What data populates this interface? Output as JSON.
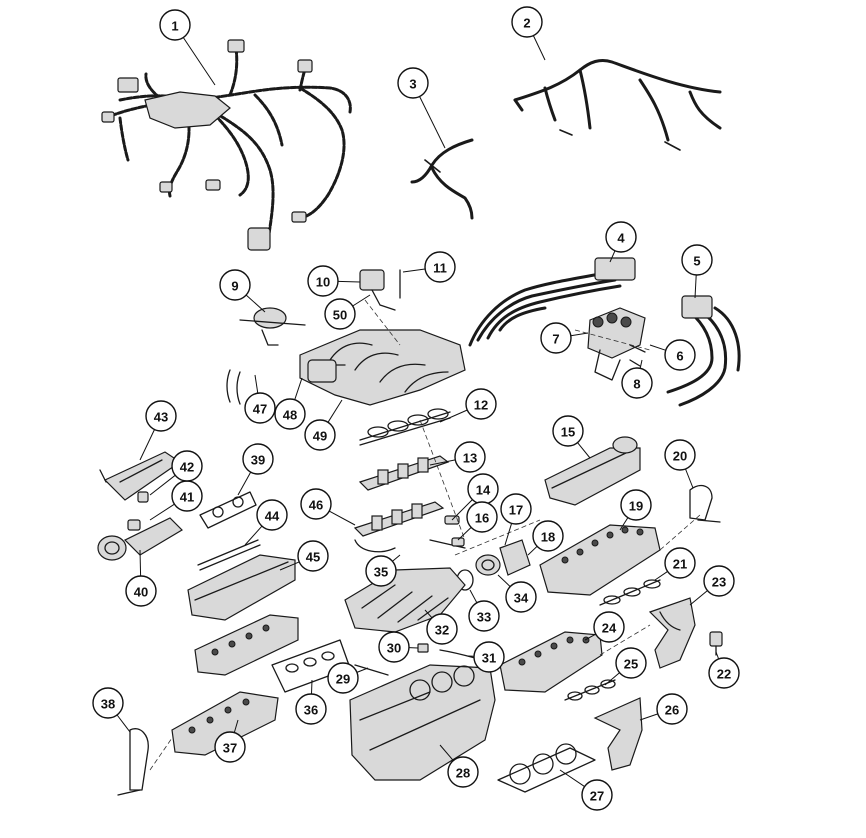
{
  "callouts": [
    "1",
    "2",
    "3",
    "4",
    "5",
    "6",
    "7",
    "8",
    "9",
    "10",
    "11",
    "12",
    "13",
    "14",
    "15",
    "16",
    "17",
    "18",
    "19",
    "20",
    "21",
    "22",
    "23",
    "24",
    "25",
    "26",
    "27",
    "28",
    "29",
    "30",
    "31",
    "32",
    "33",
    "34",
    "35",
    "36",
    "37",
    "38",
    "39",
    "40",
    "41",
    "42",
    "43",
    "44",
    "45",
    "46",
    "47",
    "48",
    "49",
    "50"
  ],
  "colors": {
    "line": "#1a1a1a",
    "background": "#ffffff",
    "shade": "#d9d9d9"
  }
}
